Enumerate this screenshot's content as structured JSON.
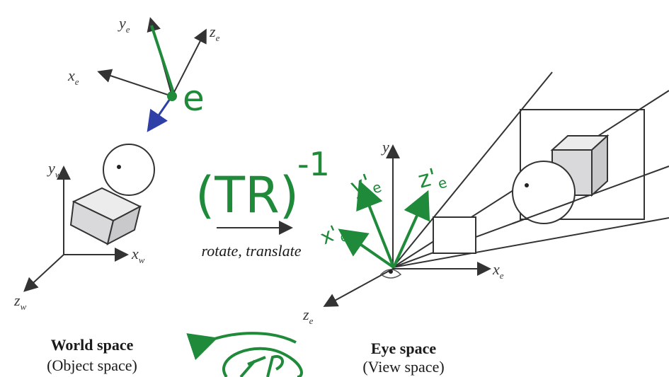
{
  "world": {
    "title": "World space",
    "subtitle": "(Object space)",
    "y_axis": "y",
    "y_sub": "w",
    "x_axis": "x",
    "x_sub": "w",
    "z_axis": "z",
    "z_sub": "w"
  },
  "eye": {
    "title": "Eye space",
    "subtitle": "(View space)",
    "y_axis": "y",
    "y_sub": "e",
    "x_axis": "x",
    "x_sub": "e",
    "z_axis": "z",
    "z_sub": "e"
  },
  "camera_frame": {
    "y_label": "y",
    "y_sub": "e",
    "z_label": "z",
    "z_sub": "e",
    "x_label": "x",
    "x_sub": "e",
    "eye_label": "e"
  },
  "transform": {
    "handwritten": "(TR)",
    "exponent": "-1",
    "arrow_caption": "rotate, translate"
  },
  "handwritten_axes": {
    "y": "y'",
    "y_sub": "e",
    "z": "z'",
    "z_sub": "e",
    "x": "x'",
    "x_sub": "e"
  },
  "colors": {
    "ink_green": "#1f8a3a",
    "ink_blue": "#2f3fa8",
    "line": "#333333",
    "cube_fill": "#d9d9db"
  }
}
